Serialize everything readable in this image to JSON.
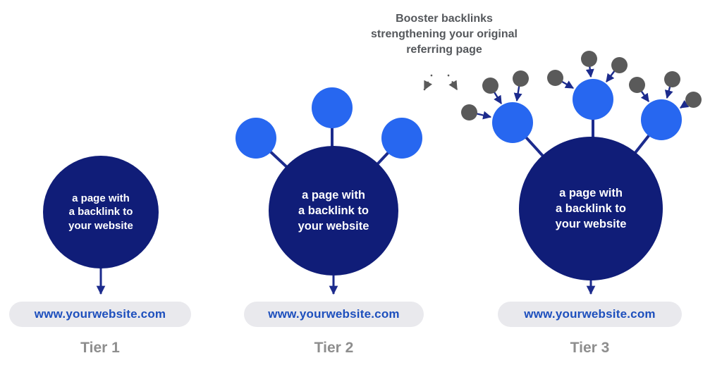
{
  "annotation": {
    "lines": [
      "Booster backlinks",
      "strengthening your original",
      "referring page"
    ]
  },
  "colors": {
    "navy": "#101d78",
    "line_navy": "#1c2b8d",
    "booster_blue": "#2767f0",
    "gray_node": "#5a5a5a",
    "pill_bg": "#e9e9ed",
    "url_blue": "#1d4fbd",
    "label_gray": "#8e8e8e",
    "annotation_gray": "#55585c"
  },
  "tiers": [
    {
      "label": "Tier 1",
      "url": "www.yourwebsite.com",
      "node_lines": [
        "a page with",
        "a backlink to",
        "your website"
      ],
      "booster_nodes": 0,
      "gray_nodes": 0
    },
    {
      "label": "Tier 2",
      "url": "www.yourwebsite.com",
      "node_lines": [
        "a page with",
        "a backlink to",
        "your website"
      ],
      "booster_nodes": 3,
      "gray_nodes": 0
    },
    {
      "label": "Tier 3",
      "url": "www.yourwebsite.com",
      "node_lines": [
        "a page with",
        "a backlink to",
        "your website"
      ],
      "booster_nodes": 3,
      "gray_nodes": 9
    }
  ]
}
